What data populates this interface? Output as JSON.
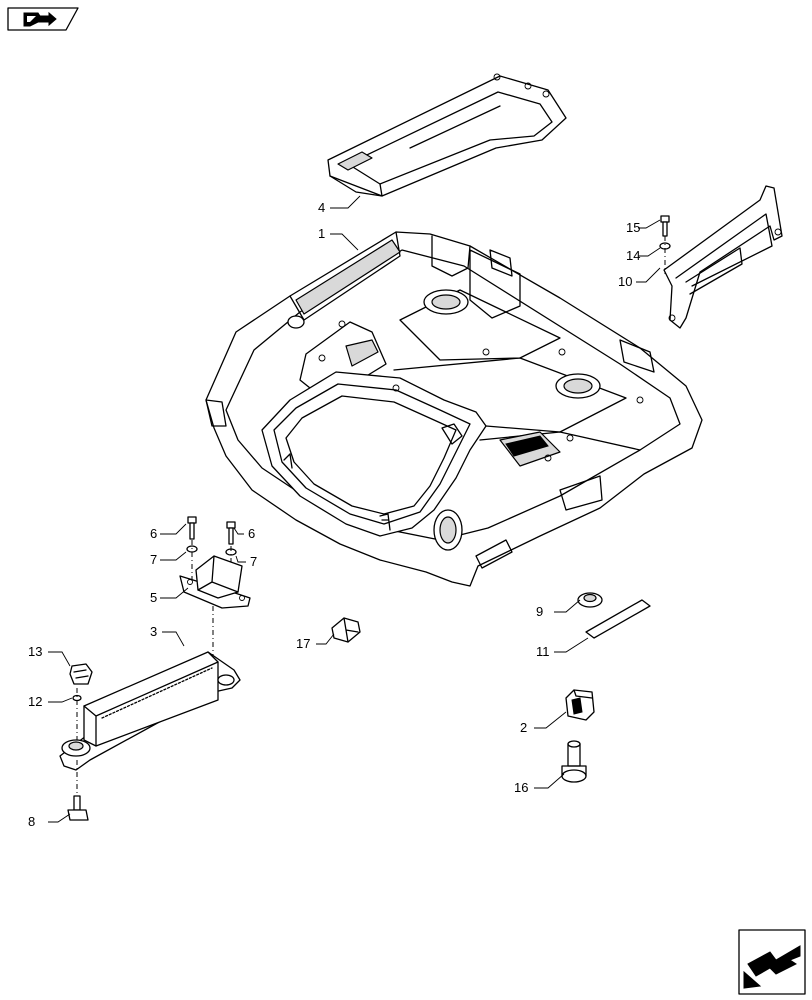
{
  "callouts": [
    {
      "id": "c1",
      "label": "1"
    },
    {
      "id": "c2",
      "label": "2"
    },
    {
      "id": "c3",
      "label": "3"
    },
    {
      "id": "c4",
      "label": "4"
    },
    {
      "id": "c5",
      "label": "5"
    },
    {
      "id": "c6a",
      "label": "6"
    },
    {
      "id": "c6b",
      "label": "6"
    },
    {
      "id": "c7a",
      "label": "7"
    },
    {
      "id": "c7b",
      "label": "7"
    },
    {
      "id": "c8",
      "label": "8"
    },
    {
      "id": "c9",
      "label": "9"
    },
    {
      "id": "c10",
      "label": "10"
    },
    {
      "id": "c11",
      "label": "11"
    },
    {
      "id": "c12",
      "label": "12"
    },
    {
      "id": "c13",
      "label": "13"
    },
    {
      "id": "c14",
      "label": "14"
    },
    {
      "id": "c15",
      "label": "15"
    },
    {
      "id": "c16",
      "label": "16"
    },
    {
      "id": "c17",
      "label": "17"
    }
  ],
  "icons": {
    "top_left": "nav-arrow-icon",
    "bottom_right": "next-page-arrow-icon"
  }
}
